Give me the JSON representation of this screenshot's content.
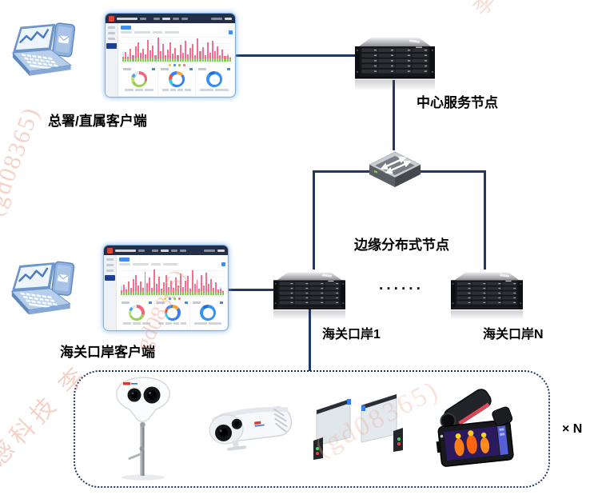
{
  "diagram": {
    "labels": {
      "hq_client": "总署/直属客户端",
      "central_node": "中心服务节点",
      "edge_node": "边缘分布式节点",
      "port1": "海关口岸1",
      "portN": "海关口岸N",
      "port_client": "海关口岸客户端",
      "ellipsis": "······",
      "device_multiplier": "× N"
    },
    "colors": {
      "connector": "#1f3864",
      "box_border": "#1f3864",
      "label_text": "#000000",
      "watermark": "#eda791"
    },
    "watermarks": [
      {
        "text": "(gd08365)"
      },
      {
        "text": "感科技 李"
      },
      {
        "text": "gd08365)"
      },
      {
        "text": "(gd08365)"
      },
      {
        "text": "李"
      }
    ]
  },
  "dashboard": {
    "bars": [
      [
        34,
        10,
        8
      ],
      [
        20,
        12,
        26
      ],
      [
        28,
        8,
        12
      ],
      [
        50,
        14,
        36
      ],
      [
        24,
        10,
        16
      ],
      [
        38,
        12,
        46
      ],
      [
        60,
        16,
        58
      ],
      [
        32,
        10,
        24
      ],
      [
        44,
        12,
        38
      ],
      [
        28,
        14,
        14
      ],
      [
        66,
        12,
        74
      ],
      [
        36,
        10,
        34
      ],
      [
        50,
        16,
        48
      ],
      [
        26,
        8,
        18
      ],
      [
        76,
        14,
        80
      ],
      [
        32,
        10,
        30
      ],
      [
        44,
        12,
        56
      ],
      [
        24,
        10,
        14
      ],
      [
        36,
        14,
        34
      ],
      [
        56,
        12,
        62
      ],
      [
        30,
        8,
        22
      ],
      [
        42,
        12,
        40
      ],
      [
        26,
        10,
        16
      ],
      [
        48,
        14,
        52
      ],
      [
        32,
        10,
        26
      ],
      [
        62,
        12,
        68
      ],
      [
        28,
        8,
        20
      ],
      [
        40,
        14,
        38
      ],
      [
        52,
        12,
        58
      ],
      [
        26,
        10,
        14
      ],
      [
        72,
        14,
        78
      ],
      [
        32,
        10,
        30
      ],
      [
        46,
        12,
        44
      ],
      [
        24,
        8,
        16
      ],
      [
        54,
        14,
        60
      ],
      [
        30,
        10,
        24
      ],
      [
        66,
        12,
        70
      ],
      [
        36,
        10,
        32
      ],
      [
        48,
        14,
        46
      ],
      [
        26,
        8,
        18
      ],
      [
        38,
        12,
        34
      ],
      [
        22,
        10,
        12
      ],
      [
        30,
        8,
        16
      ],
      [
        18,
        8,
        8
      ]
    ],
    "donuts": [
      {
        "segments": [
          [
            "#f0657e",
            30
          ],
          [
            "#9ccf58",
            38
          ],
          [
            "#c3e06a",
            12
          ],
          [
            "#41a4f5",
            8
          ],
          [
            "#e3e8ee",
            12
          ]
        ]
      },
      {
        "segments": [
          [
            "#f5a43b",
            15
          ],
          [
            "#3a7ef0",
            45
          ],
          [
            "#38c6ec",
            15
          ],
          [
            "#e8543f",
            10
          ],
          [
            "#3a7ef0",
            15
          ]
        ]
      },
      {
        "segments": [
          [
            "#3590f2",
            88
          ],
          [
            "#1e6fd6",
            12
          ]
        ]
      }
    ],
    "legend_colors": [
      "#f2c84b",
      "#3f8df0",
      "#7fca52",
      "#f36f8c"
    ]
  }
}
